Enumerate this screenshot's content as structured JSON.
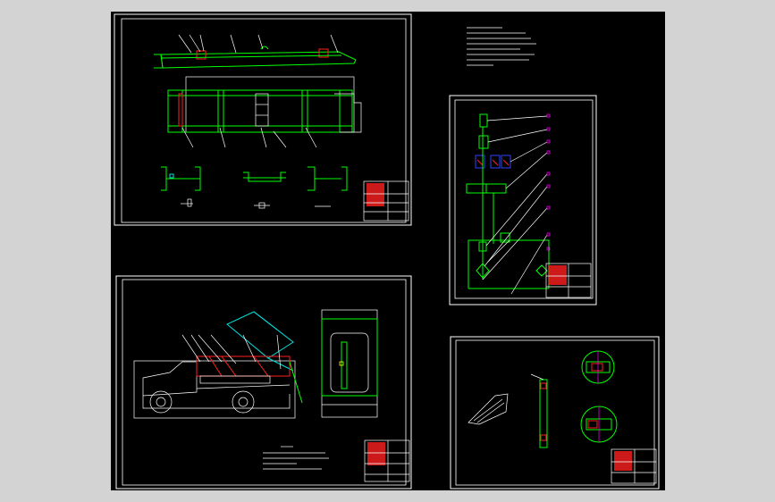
{
  "colors": {
    "background": "#000000",
    "viewport_border": "#d3d3d3",
    "geometry": "#00ff00",
    "annotation": "#ffffff",
    "highlight": "#ff2020",
    "hydraulic": "#00e0e0",
    "leader": "#ff00ff"
  },
  "drawing_sheets": [
    {
      "name": "frame-assembly-sheet"
    },
    {
      "name": "hydraulic-schematic-sheet"
    },
    {
      "name": "vehicle-general-arrangement-sheet"
    },
    {
      "name": "hook-arm-detail-sheet"
    }
  ]
}
